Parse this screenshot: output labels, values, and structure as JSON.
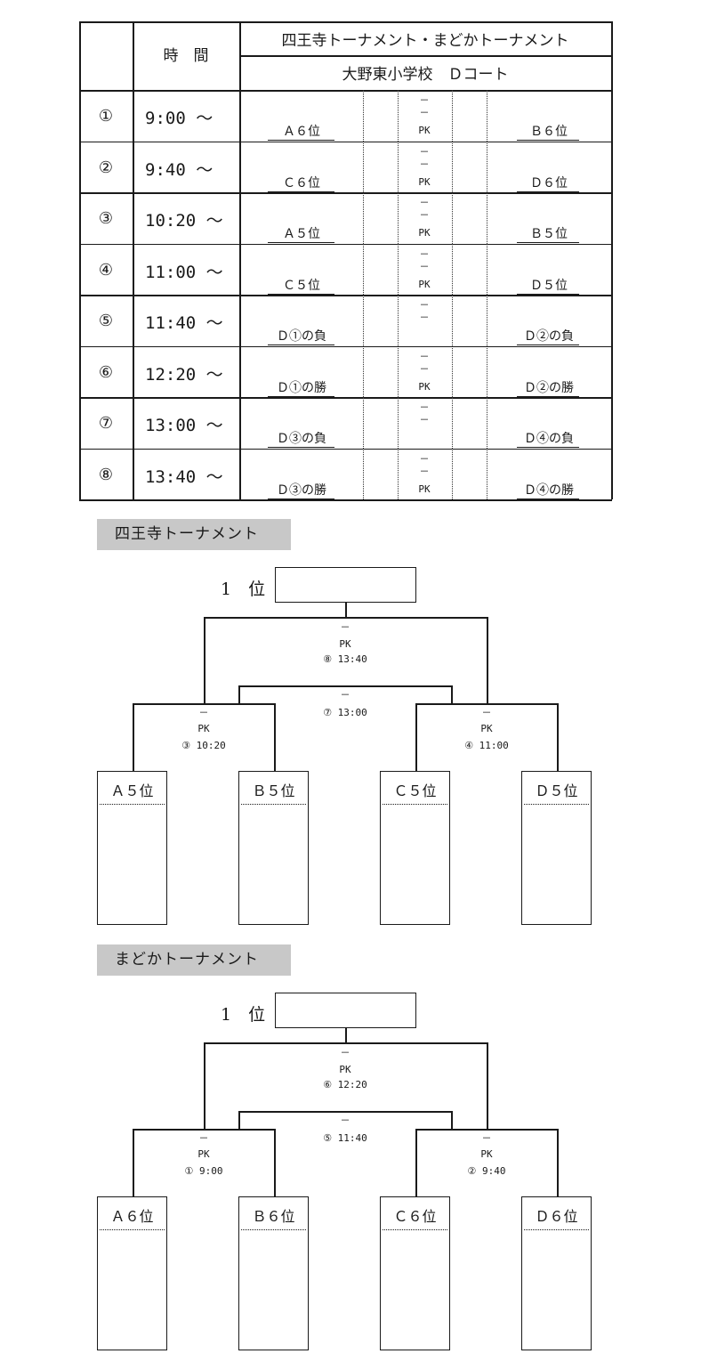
{
  "table": {
    "time_header": "時　間",
    "title": "四王寺トーナメント・まどかトーナメント",
    "venue": "大野東小学校　Ｄコート",
    "dash": "－",
    "pk": "PK",
    "rows": [
      {
        "num": "①",
        "time": "9:00 ～",
        "left": "Ａ６位",
        "right": "Ｂ６位",
        "pk": true
      },
      {
        "num": "②",
        "time": "9:40 ～",
        "left": "Ｃ６位",
        "right": "Ｄ６位",
        "pk": true
      },
      {
        "num": "③",
        "time": "10:20 ～",
        "left": "Ａ５位",
        "right": "Ｂ５位",
        "pk": true
      },
      {
        "num": "④",
        "time": "11:00 ～",
        "left": "Ｃ５位",
        "right": "Ｄ５位",
        "pk": true
      },
      {
        "num": "⑤",
        "time": "11:40 ～",
        "left": "Ｄ①の負",
        "right": "Ｄ②の負",
        "pk": false
      },
      {
        "num": "⑥",
        "time": "12:20 ～",
        "left": "Ｄ①の勝",
        "right": "Ｄ②の勝",
        "pk": true
      },
      {
        "num": "⑦",
        "time": "13:00 ～",
        "left": "Ｄ③の負",
        "right": "Ｄ④の負",
        "pk": false
      },
      {
        "num": "⑧",
        "time": "13:40 ～",
        "left": "Ｄ③の勝",
        "right": "Ｄ④の勝",
        "pk": true
      }
    ]
  },
  "tournaments": [
    {
      "name": "四王寺トーナメント",
      "rank_label": "1　位",
      "final": {
        "dash": "－",
        "pk": "PK",
        "match": "⑧ 13:40"
      },
      "third_place": {
        "dash": "－",
        "match": "⑦ 13:00"
      },
      "semi_left": {
        "dash": "－",
        "pk": "PK",
        "match": "③ 10:20"
      },
      "semi_right": {
        "dash": "－",
        "pk": "PK",
        "match": "④ 11:00"
      },
      "teams": [
        "Ａ５位",
        "Ｂ５位",
        "Ｃ５位",
        "Ｄ５位"
      ]
    },
    {
      "name": "まどかトーナメント",
      "rank_label": "1　位",
      "final": {
        "dash": "－",
        "pk": "PK",
        "match": "⑥ 12:20"
      },
      "third_place": {
        "dash": "－",
        "match": "⑤ 11:40"
      },
      "semi_left": {
        "dash": "－",
        "pk": "PK",
        "match": "① 9:00"
      },
      "semi_right": {
        "dash": "－",
        "pk": "PK",
        "match": "② 9:40"
      },
      "teams": [
        "Ａ６位",
        "Ｂ６位",
        "Ｃ６位",
        "Ｄ６位"
      ]
    }
  ]
}
